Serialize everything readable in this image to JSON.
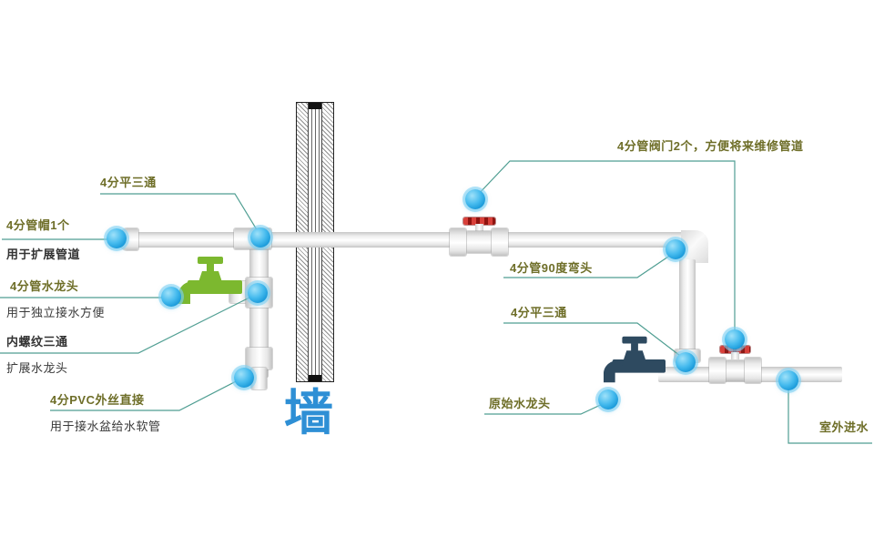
{
  "wall_label": "墙",
  "labels": {
    "flat_tee_left": "4分平三通",
    "cap_title": "4分管帽1个",
    "cap_desc": "用于扩展管道",
    "faucet_title": "4分管水龙头",
    "faucet_desc": "用于独立接水方便",
    "inner_tee_title": "内螺纹三通",
    "inner_tee_desc": "扩展水龙头",
    "pvc_title": "4分PVC外丝直接",
    "pvc_desc": "用于接水盆给水软管",
    "valves_note": "4分管阀门2个，方便将来维修管道",
    "elbow": "4分管90度弯头",
    "flat_tee_right": "4分平三通",
    "original_faucet": "原始水龙头",
    "outdoor_inlet": "室外进水"
  },
  "colors": {
    "label_accent": "#6e6e28",
    "label_text": "#333333",
    "leader_line": "#4f9e92",
    "marker_dot": "#29abe2",
    "wall_text": "#2e8fd5",
    "green_faucet": "#7cb82f",
    "dark_faucet": "#2e4a60",
    "valve_handle_red": "#c22a22",
    "pipe_gray": "#e9e9e9"
  }
}
